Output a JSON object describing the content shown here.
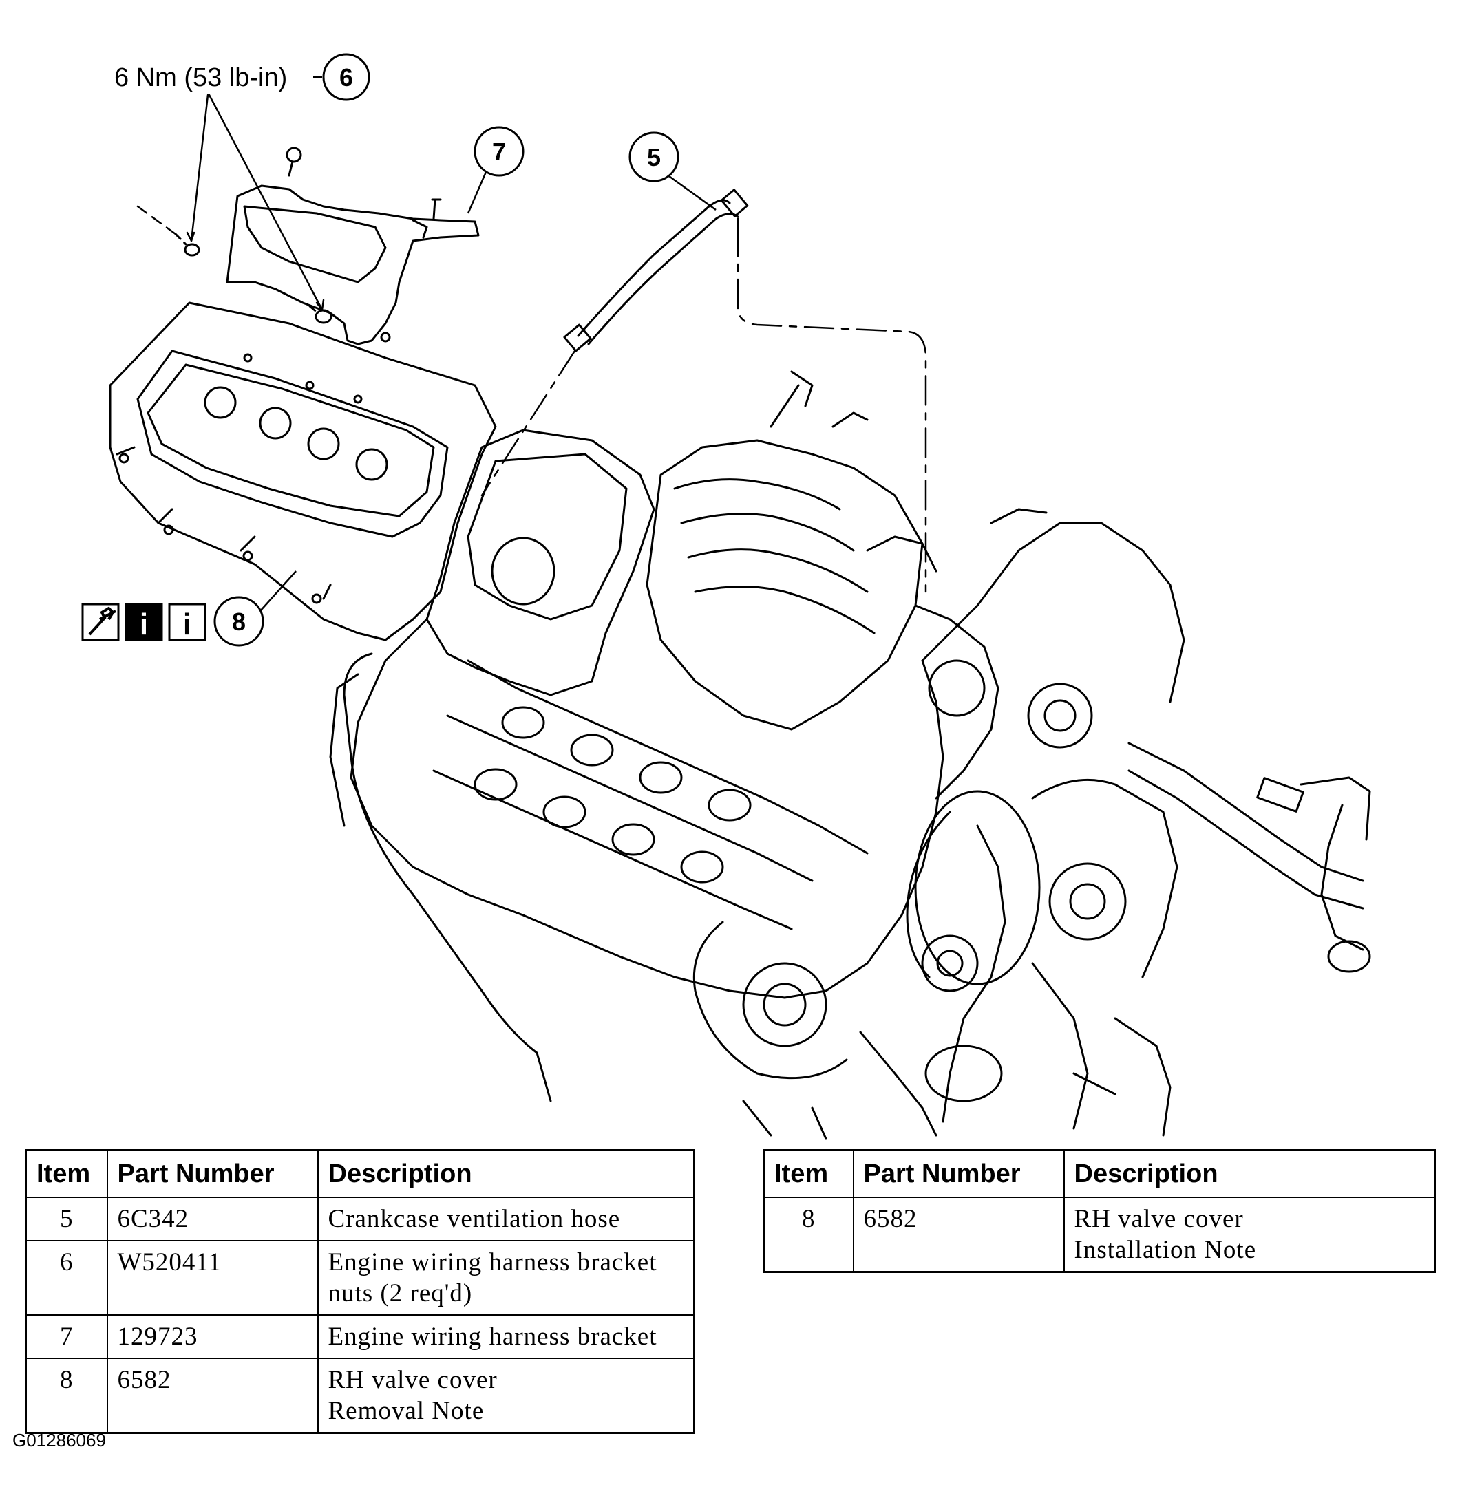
{
  "diagram": {
    "torque_spec": "6 Nm (53 lb-in)",
    "callouts": [
      {
        "id": "5",
        "label": "5"
      },
      {
        "id": "6",
        "label": "6"
      },
      {
        "id": "7",
        "label": "7"
      },
      {
        "id": "8",
        "label": "8"
      }
    ],
    "info_icons": [
      "wrench-icon",
      "info-icon-filled",
      "info-icon-outline"
    ],
    "icon_glyphs": {
      "info": "i"
    }
  },
  "parts_table_left": {
    "headers": [
      "Item",
      "Part Number",
      "Description"
    ],
    "rows": [
      {
        "item": "5",
        "part_number": "6C342",
        "description": [
          "Crankcase ventilation hose"
        ]
      },
      {
        "item": "6",
        "part_number": "W520411",
        "description": [
          "Engine wiring harness bracket",
          "nuts (2 req'd)"
        ]
      },
      {
        "item": "7",
        "part_number": "129723",
        "description": [
          "Engine wiring harness bracket"
        ]
      },
      {
        "item": "8",
        "part_number": "6582",
        "description": [
          "RH valve cover",
          "Removal Note"
        ]
      }
    ]
  },
  "parts_table_right": {
    "headers": [
      "Item",
      "Part Number",
      "Description"
    ],
    "rows": [
      {
        "item": "8",
        "part_number": "6582",
        "description": [
          "RH valve cover",
          "Installation Note"
        ]
      }
    ]
  },
  "figure_id": "G01286069"
}
